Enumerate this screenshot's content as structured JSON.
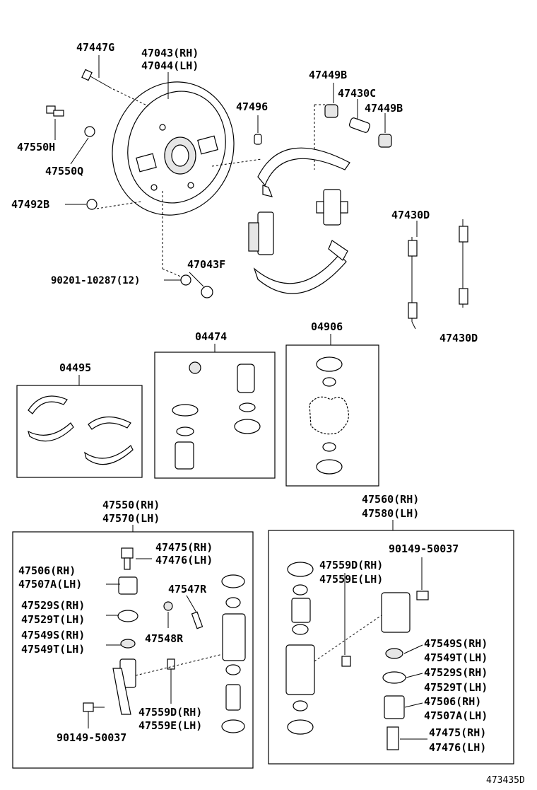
{
  "labels": {
    "p47447G": "47447G",
    "p47043": "47043(RH)",
    "p47044": "47044(LH)",
    "p47550H": "47550H",
    "p47550Q": "47550Q",
    "p47492B": "47492B",
    "p47496": "47496",
    "p47449B_a": "47449B",
    "p47430C": "47430C",
    "p47449B_b": "47449B",
    "p47430D_a": "47430D",
    "p47430D_b": "47430D",
    "p47043F": "47043F",
    "p90201": "90201-10287(12)",
    "p04474": "04474",
    "p04906": "04906",
    "p04495": "04495",
    "p47550RH": "47550(RH)",
    "p47570LH": "47570(LH)",
    "p47560RH": "47560(RH)",
    "p47580LH": "47580(LH)",
    "l47475": "47475(RH)",
    "l47476": "47476(LH)",
    "l47506": "47506(RH)",
    "l47507A": "47507A(LH)",
    "l47529S": "47529S(RH)",
    "l47529T": "47529T(LH)",
    "l47549S": "47549S(RH)",
    "l47549T": "47549T(LH)",
    "l47547R": "47547R",
    "l47548R": "47548R",
    "l47559D": "47559D(RH)",
    "l47559E": "47559E(LH)",
    "l90149": "90149-50037",
    "r90149": "90149-50037",
    "r47559D": "47559D(RH)",
    "r47559E": "47559E(LH)",
    "r47549S": "47549S(RH)",
    "r47549T": "47549T(LH)",
    "r47529S": "47529S(RH)",
    "r47529T": "47529T(LH)",
    "r47506": "47506(RH)",
    "r47507A": "47507A(LH)",
    "r47475": "47475(RH)",
    "r47476": "47476(LH)",
    "figure_code": "473435D"
  }
}
